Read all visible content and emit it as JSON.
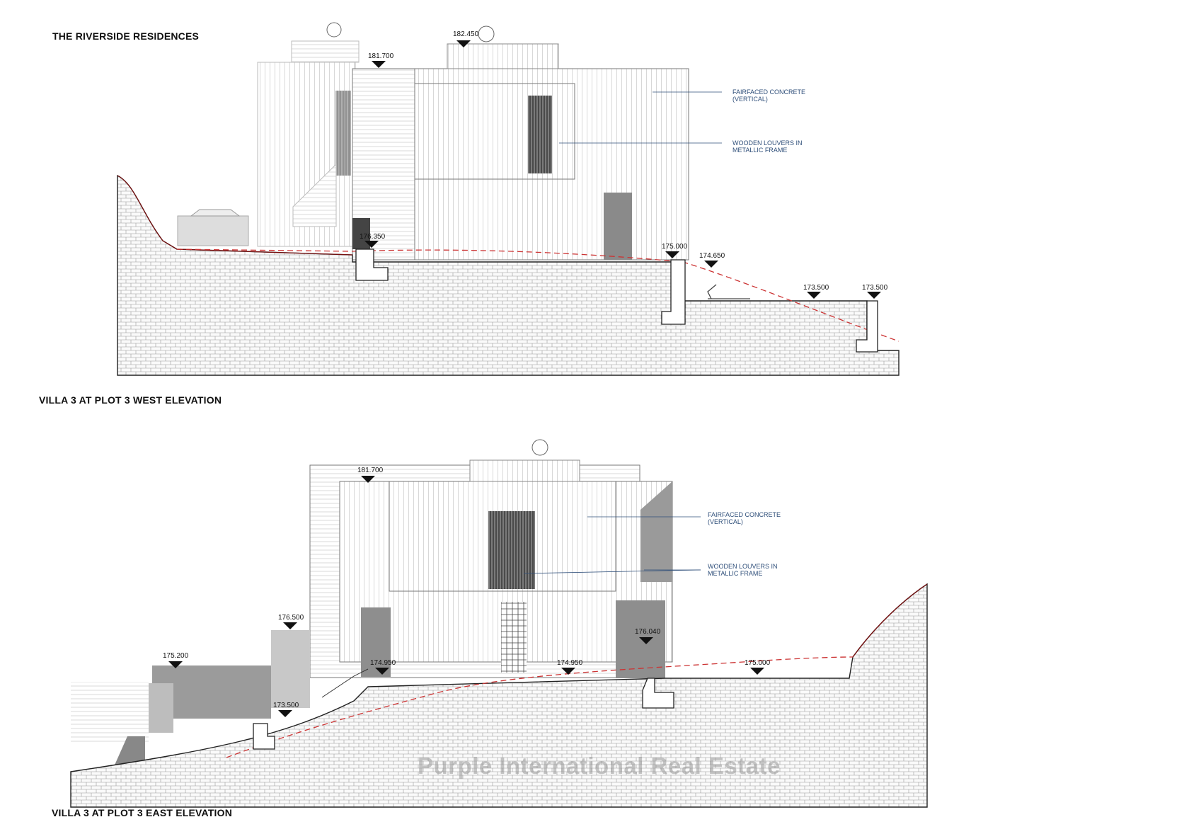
{
  "header": {
    "project_title": "THE RIVERSIDE RESIDENCES"
  },
  "west": {
    "title": "VILLA 3 AT PLOT 3 WEST ELEVATION",
    "levels": [
      "182.450",
      "181.700",
      "176.350",
      "175.000",
      "174.650",
      "173.500",
      "173.500"
    ],
    "notes": [
      "FAIRFACED CONCRETE\n(VERTICAL)",
      "WOODEN LOUVERS IN\nMETALLIC FRAME"
    ]
  },
  "east": {
    "title": "VILLA 3 AT PLOT 3 EAST ELEVATION",
    "levels": [
      "181.700",
      "176.500",
      "175.200",
      "174.950",
      "174.950",
      "176.040",
      "175.000",
      "173.500"
    ],
    "notes": [
      "FAIRFACED CONCRETE\n(VERTICAL)",
      "WOODEN LOUVERS IN\nMETALLIC FRAME"
    ]
  },
  "watermark": "Purple International Real Estate"
}
